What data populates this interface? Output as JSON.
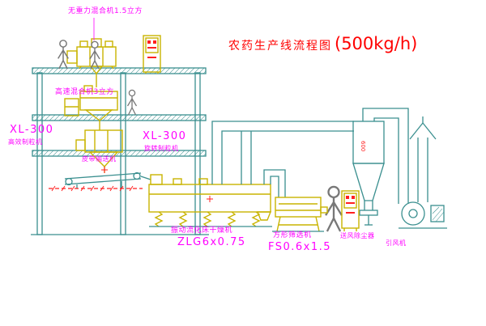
{
  "title": {
    "text": "农药生产线流程图",
    "capacity": "(500kg/h)"
  },
  "labels": {
    "top_mixer": "无重力混合机1.5立方",
    "high_speed_mixer": "高速混合机3立方",
    "left_granulator_model": "XL-300",
    "left_granulator_name": "高效制粒机",
    "center_granulator_model": "XL-300",
    "center_granulator_name": "旋转制粒机",
    "belt_conveyor": "皮带输送机",
    "dryer_name": "振动流化床干燥机",
    "dryer_model": "ZLG6x0.75",
    "sieve_name": "方形筛选机",
    "sieve_model": "FS0.6x1.5",
    "dust_blower": "送风除尘器",
    "induced_fan": "引风机",
    "cyclone_dim": "600"
  },
  "colors": {
    "structure": "#3a8f8f",
    "equipment": "#c9b400",
    "label": "#ff00ff",
    "title": "#ff0000",
    "accent": "#ff2020",
    "figure": "#787878",
    "background": "#ffffff"
  }
}
